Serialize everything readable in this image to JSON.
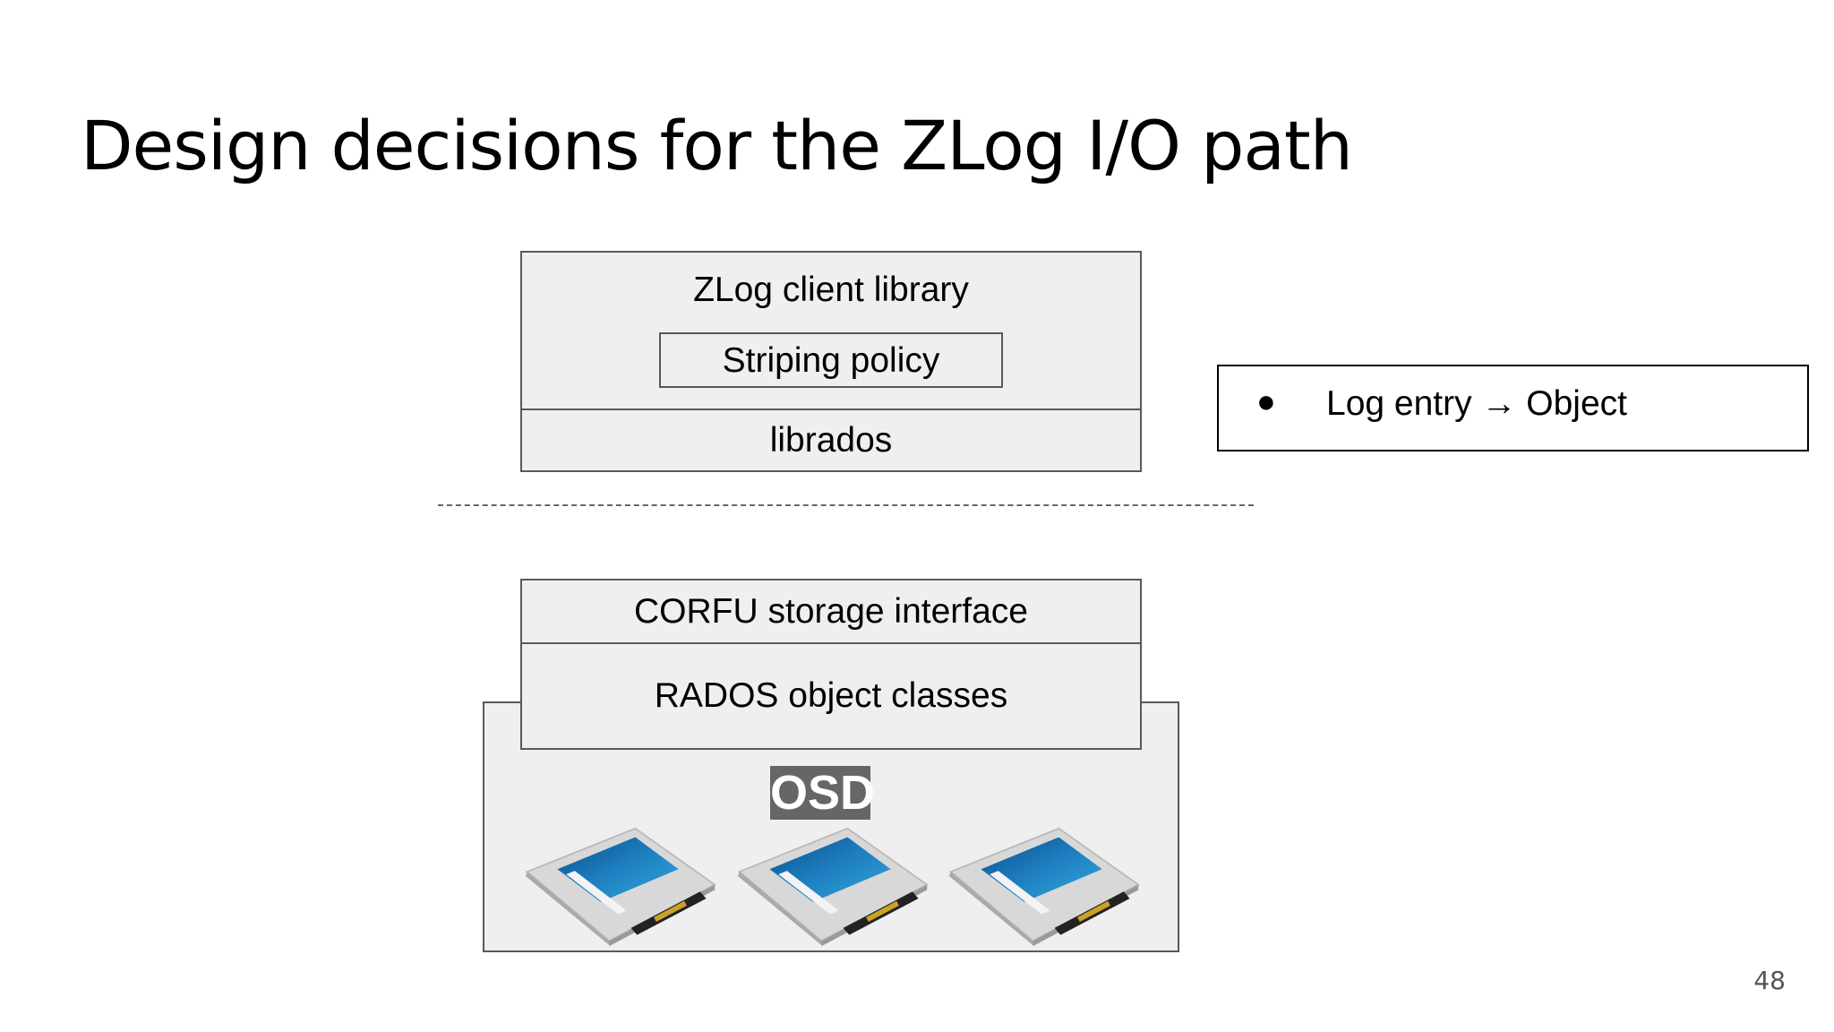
{
  "slide": {
    "title": "Design decisions for the ZLog I/O path",
    "page_number": "48"
  },
  "client_stack": {
    "client_library": "ZLog client library",
    "striping_policy": "Striping policy",
    "librados": "librados"
  },
  "osd_stack": {
    "corfu_interface": "CORFU storage interface",
    "rados_classes": "RADOS object classes",
    "osd_label": "OSD",
    "ssd_count": 3
  },
  "note": {
    "bullet": "●",
    "text": "Log entry → Object"
  },
  "colors": {
    "box_fill": "#efefef",
    "box_border": "#595959",
    "osd_label_bg": "#666666",
    "ssd_label_blue": "#1e7fc0"
  }
}
